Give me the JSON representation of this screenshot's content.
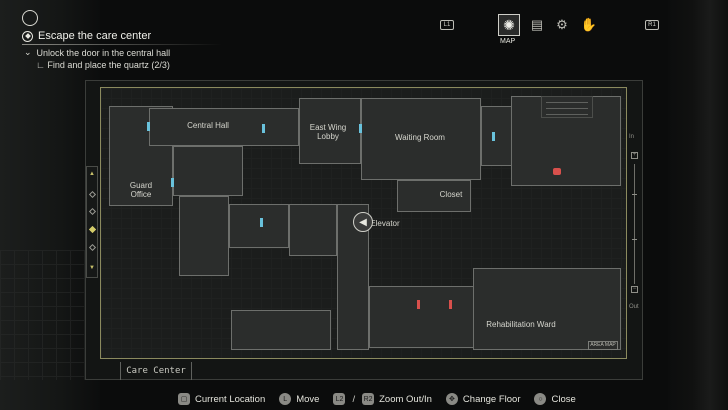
{
  "objective": {
    "title": "Escape the care center",
    "subtask": "Unlock the door in the central hall",
    "subsubtask": "Find and place the quartz (2/3)"
  },
  "top_menu": {
    "left_button": "L1",
    "right_button": "R1",
    "map_label": "MAP",
    "icons": [
      "map-icon",
      "document-icon",
      "gears-icon",
      "hand-icon"
    ]
  },
  "map": {
    "area_tab": "Care Center",
    "rooms": {
      "central_hall": "Central Hall",
      "east_wing_lobby": "East Wing Lobby",
      "waiting_room": "Waiting Room",
      "guard_office": "Guard Office",
      "closet": "Closet",
      "elevator": "Elevator",
      "rehabilitation_ward": "Rehabilitation Ward"
    },
    "area_map_tag": "AREA MAP",
    "zoom_in_label": "In",
    "zoom_out_label": "Out",
    "colors": {
      "unlocked_door": "#69c2dc",
      "locked_door": "#d8504c",
      "frame": "#8b8a5e",
      "active_floor": "#d4cc6a"
    }
  },
  "controls": {
    "current_location": "Current Location",
    "move": "Move",
    "zoom": "Zoom Out/In",
    "change_floor": "Change Floor",
    "close": "Close",
    "btn_move": "L",
    "btn_zoom1": "L2",
    "btn_zoom2": "R2",
    "separator": "/"
  }
}
